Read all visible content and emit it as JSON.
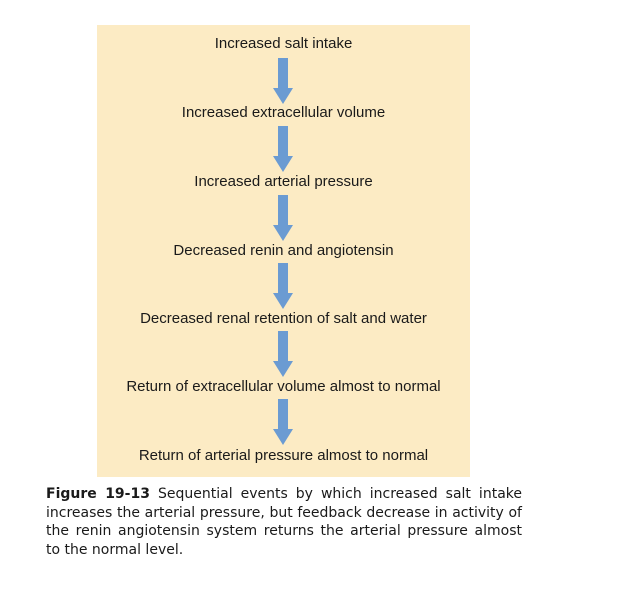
{
  "diagram": {
    "steps": [
      "Increased salt intake",
      "Increased extracellular volume",
      "Increased arterial pressure",
      "Decreased renin and angiotensin",
      "Decreased renal retention of salt and water",
      "Return of extracellular volume almost to normal",
      "Return of arterial pressure almost to normal"
    ],
    "panel_color": "#fcebc4",
    "arrow_color": "#6b9bd2",
    "arrow_icon": "down-arrow-icon"
  },
  "caption": {
    "label": "Figure 19-13",
    "text": "Sequential events by which increased salt intake increases the arterial pressure, but feedback decrease in activity of the renin angiotensin system returns the arterial pressure almost to the normal level."
  }
}
